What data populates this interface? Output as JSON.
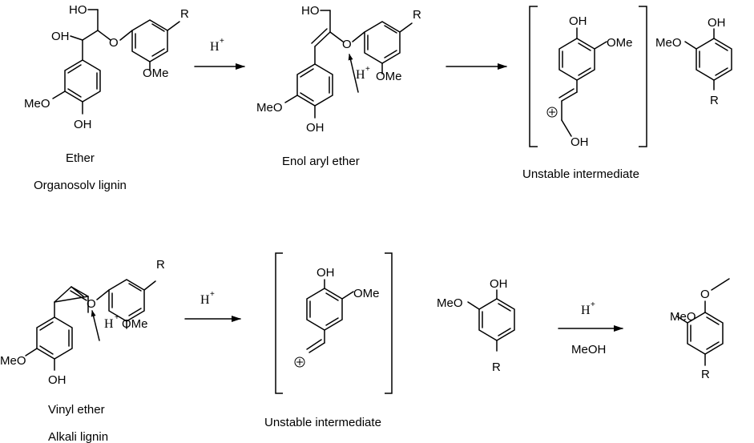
{
  "atoms": {
    "hydroxyl": "OH",
    "hydroxyl_left": "HO",
    "methoxy": "OMe",
    "methoxy_left": "MeO",
    "oxygen": "O",
    "substituent": "R",
    "proton": "H",
    "proton_charge": "+"
  },
  "top_row": {
    "reactant_caption_1": "Ether",
    "reactant_caption_2": "Organosolv lignin",
    "enol_caption": "Enol aryl ether",
    "intermediate_caption": "Unstable intermediate"
  },
  "bottom_row": {
    "reactant_caption_1": "Vinyl ether",
    "reactant_caption_2": "Alkali lignin",
    "intermediate_caption": "Unstable intermediate",
    "methylation_reagent": "MeOH"
  }
}
